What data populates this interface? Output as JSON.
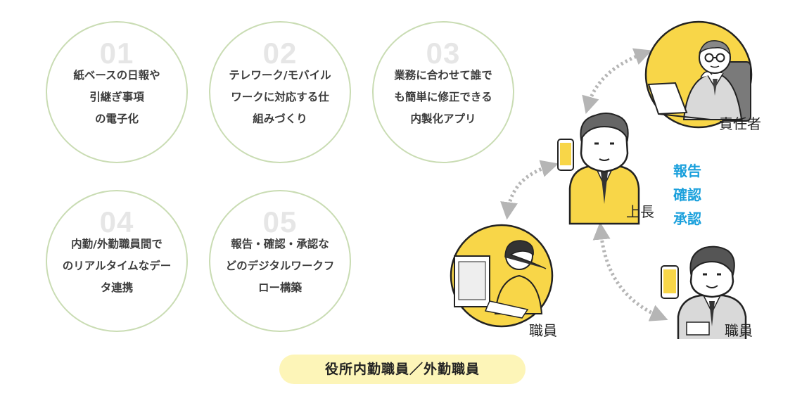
{
  "features": [
    {
      "num": "01",
      "lines": [
        "紙ベースの日報や",
        "引継ぎ事項",
        "の電子化"
      ]
    },
    {
      "num": "02",
      "lines": [
        "テレワーク/モバイル",
        "ワークに対応する仕",
        "組みづくり"
      ]
    },
    {
      "num": "03",
      "lines": [
        "業務に合わせて誰で",
        "も簡単に修正できる",
        "内製化アプリ"
      ]
    },
    {
      "num": "04",
      "lines": [
        "内勤/外勤職員間で",
        "のリアルタイムなデー",
        "タ連携"
      ]
    },
    {
      "num": "05",
      "lines": [
        "報告・確認・承認な",
        "どのデジタルワークフ",
        "ロー構築"
      ]
    }
  ],
  "roles": {
    "responsible": "責任者",
    "boss": "上長",
    "staff_inside": "職員",
    "staff_outside": "職員"
  },
  "actions": [
    "報告",
    "確認",
    "承認"
  ],
  "bottom_label": "役所内勤職員／外勤職員",
  "colors": {
    "circle_border": "#c9dcb3",
    "yellow": "#f8d648",
    "action_blue": "#1aa0dc",
    "label_bg": "#fdf5b8"
  }
}
